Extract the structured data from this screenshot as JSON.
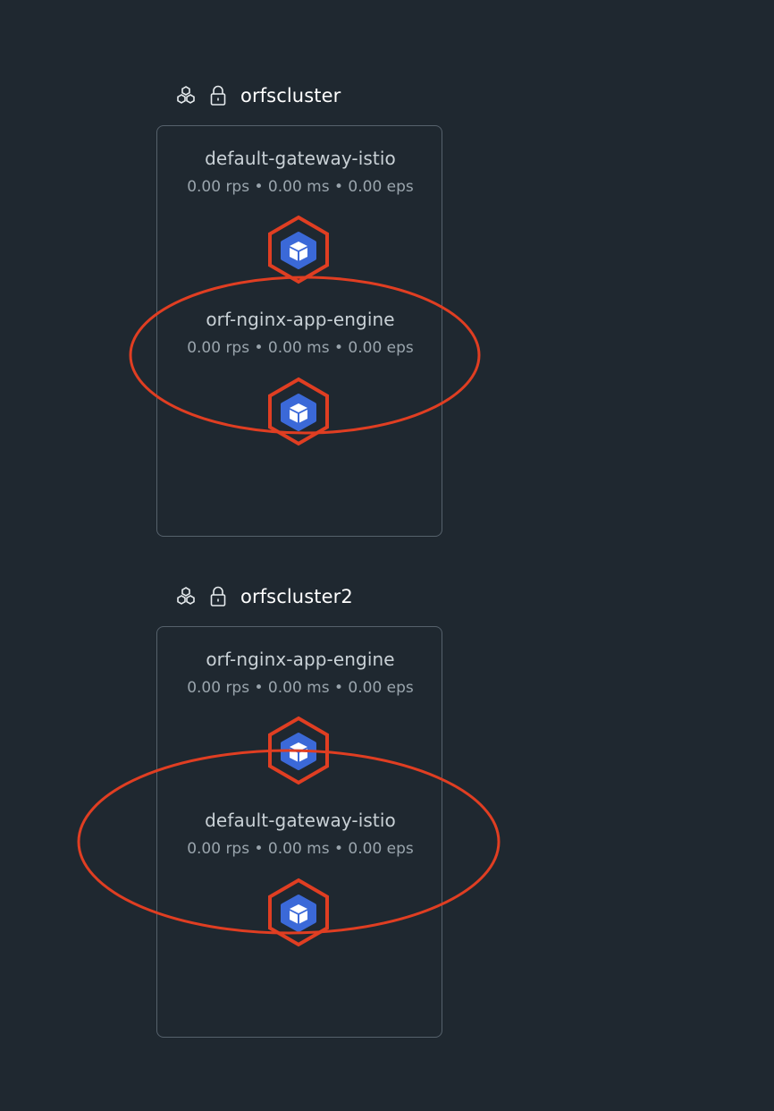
{
  "clusters": [
    {
      "name": "orfscluster",
      "icons": [
        "cluster-icon",
        "lock-icon"
      ],
      "services": [
        {
          "name": "default-gateway-istio",
          "metrics": "0.00 rps • 0.00 ms • 0.00 eps"
        },
        {
          "name": "orf-nginx-app-engine",
          "metrics": "0.00 rps • 0.00 ms • 0.00 eps"
        }
      ]
    },
    {
      "name": "orfscluster2",
      "icons": [
        "cluster-icon",
        "lock-icon"
      ],
      "services": [
        {
          "name": "orf-nginx-app-engine",
          "metrics": "0.00 rps • 0.00 ms • 0.00 eps"
        },
        {
          "name": "default-gateway-istio",
          "metrics": "0.00 rps • 0.00 ms • 0.00 eps"
        }
      ]
    }
  ],
  "colors": {
    "background": "#1f2830",
    "annotation": "#e03e22",
    "node_fill": "#3b69d8",
    "box_border": "#56626c"
  },
  "node_icon": "kubernetes-pod-icon"
}
